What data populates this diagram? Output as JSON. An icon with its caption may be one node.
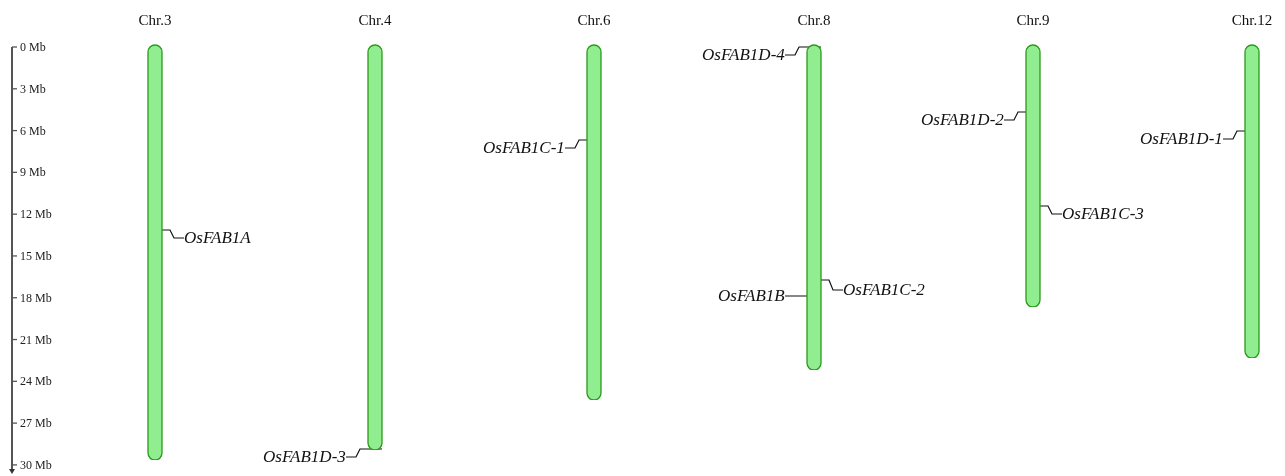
{
  "diagram": {
    "nodes": [
      {
        "text": [
          "Chr.3"
        ]
      },
      {
        "text": [
          "Chr.4"
        ]
      },
      {
        "text": [
          "Chr.6"
        ]
      },
      {
        "text": [
          "Chr.8"
        ]
      },
      {
        "text": [
          "Chr.9"
        ]
      },
      {
        "text": [
          "Chr.12"
        ]
      },
      {
        "text": [
          "OsFAB1A"
        ]
      },
      {
        "text": [
          "OsFAB1D-3"
        ]
      },
      {
        "text": [
          "OsFAB1C-1"
        ]
      },
      {
        "text": [
          "OsFAB1D-4"
        ]
      },
      {
        "text": [
          "OsFAB1C-2"
        ]
      },
      {
        "text": [
          "OsFAB1B"
        ]
      },
      {
        "text": [
          "OsFAB1D-2"
        ]
      },
      {
        "text": [
          "OsFAB1C-3"
        ]
      },
      {
        "text": [
          "OsFAB1D-1"
        ]
      }
    ],
    "edges": [
      {
        "from": 6,
        "to": 0,
        "arrow": "none"
      },
      {
        "from": 7,
        "to": 1,
        "arrow": "none"
      },
      {
        "from": 8,
        "to": 2,
        "arrow": "none"
      },
      {
        "from": 9,
        "to": 3,
        "arrow": "none"
      },
      {
        "from": 10,
        "to": 3,
        "arrow": "none"
      },
      {
        "from": 11,
        "to": 3,
        "arrow": "none"
      },
      {
        "from": 12,
        "to": 4,
        "arrow": "none"
      },
      {
        "from": 13,
        "to": 4,
        "arrow": "none"
      },
      {
        "from": 14,
        "to": 5,
        "arrow": "none"
      }
    ],
    "labels": [
      "0 Mb",
      "3 Mb",
      "6 Mb",
      "9 Mb",
      "12 Mb",
      "15 Mb",
      "18 Mb",
      "21 Mb",
      "24 Mb",
      "27 Mb",
      "30 Mb"
    ]
  }
}
